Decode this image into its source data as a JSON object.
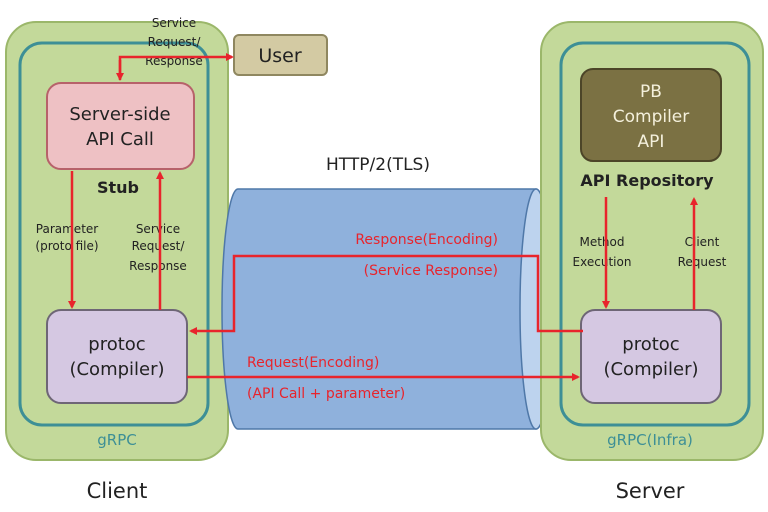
{
  "colors": {
    "outer_panel": "#c3d99a",
    "outer_panel_border": "#9bb76a",
    "inner_border": "#3d8f96",
    "server_side_box": "#eec1c4",
    "server_side_border": "#b7626a",
    "protoc_box": "#d5c8e2",
    "protoc_border": "#6e6676",
    "user_box": "#d3caa3",
    "user_border": "#8f8760",
    "pb_box": "#7b7143",
    "pb_text": "#f4f0dc",
    "pipe": "#8fb1dc",
    "pipe_end": "#bdd3ee",
    "pipe_border": "#4f78a8",
    "arrow": "#e8242c"
  },
  "diagram": {
    "transport_title": "HTTP/2(TLS)",
    "client": {
      "label": "Client",
      "grpc_label": "gRPC",
      "server_side_api_call": [
        "Server-side",
        "API Call"
      ],
      "stub_label": "Stub",
      "protoc": [
        "protoc",
        "(Compiler)"
      ],
      "parameter_label": [
        "Parameter",
        "(proto file)"
      ],
      "service_request_label": [
        "Service",
        "Request/",
        "Response"
      ]
    },
    "user": {
      "label": "User",
      "service_request_label": [
        "Service",
        "Request/",
        "Response"
      ]
    },
    "server": {
      "label": "Server",
      "grpc_label": "gRPC(Infra)",
      "pb_compiler": [
        "PB",
        "Compiler",
        "API"
      ],
      "api_repository_label": "API Repository",
      "method_execution_label": [
        "Method",
        "Execution"
      ],
      "client_request_label": [
        "Client",
        "Request"
      ],
      "protoc": [
        "protoc",
        "(Compiler)"
      ]
    },
    "flows": {
      "response": [
        "Response(Encoding)",
        "(Service Response)"
      ],
      "request": [
        "Request(Encoding)",
        "(API Call + parameter)"
      ]
    }
  }
}
